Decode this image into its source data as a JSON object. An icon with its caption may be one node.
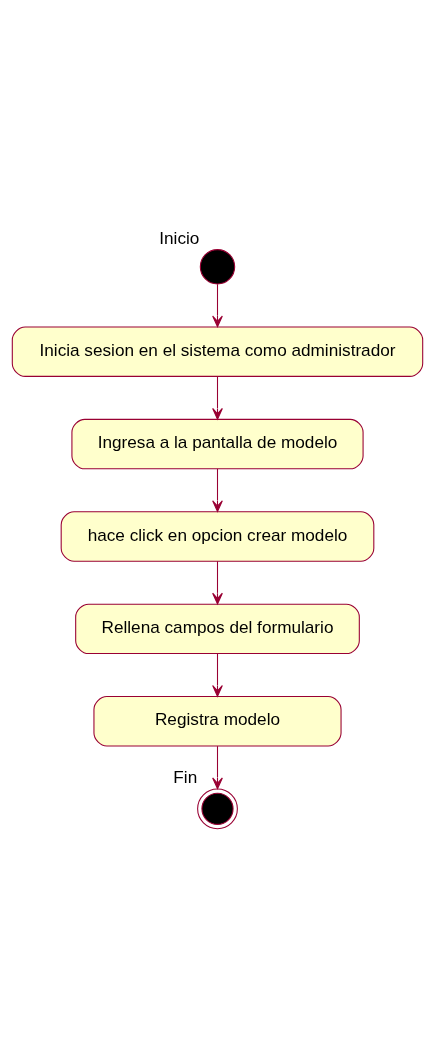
{
  "diagram": {
    "nodes": [
      {
        "text": [],
        "shape": "circle",
        "beside": [
          "Inicio"
        ]
      },
      {
        "text": [
          "Inicia sesion en el sistema como administrador"
        ]
      },
      {
        "text": [
          "Ingresa a la pantalla de modelo"
        ]
      },
      {
        "text": [
          "hace click en opcion crear modelo"
        ]
      },
      {
        "text": [
          "Rellena campos del formulario"
        ]
      },
      {
        "text": [
          "Registra modelo"
        ]
      },
      {
        "text": [],
        "shape": "circle",
        "beside": [
          "Fin"
        ]
      }
    ],
    "edges": [
      {
        "from": 0,
        "to": 1,
        "arrow": "to"
      },
      {
        "from": 1,
        "to": 2,
        "arrow": "to"
      },
      {
        "from": 2,
        "to": 3,
        "arrow": "to"
      },
      {
        "from": 3,
        "to": 4,
        "arrow": "to"
      },
      {
        "from": 4,
        "to": 5,
        "arrow": "to"
      },
      {
        "from": 5,
        "to": 6,
        "arrow": "to"
      }
    ]
  }
}
